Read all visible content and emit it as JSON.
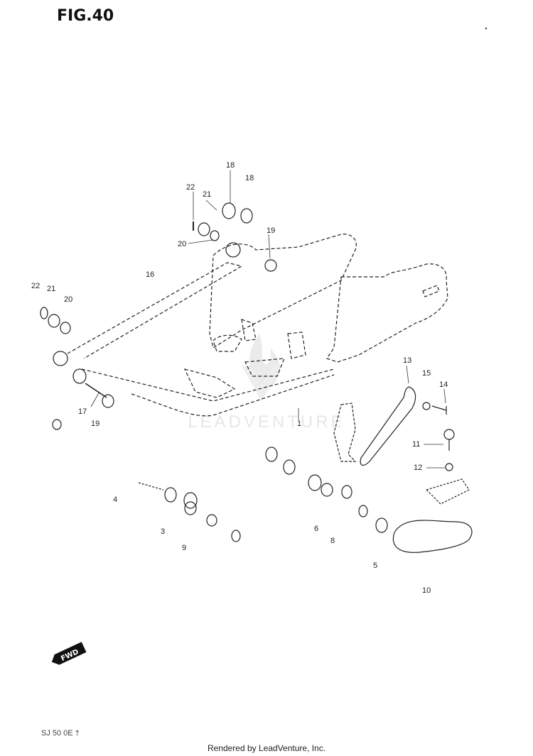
{
  "figure": {
    "title": "FIG.40",
    "code": "SJ 50 0E †",
    "footer": "Rendered by LeadVenture, Inc.",
    "watermark": "LEADVENTURE",
    "fwd_label": "FWD"
  },
  "callouts": [
    {
      "id": "c18a",
      "text": "18"
    },
    {
      "id": "c18b",
      "text": "18"
    },
    {
      "id": "c22a",
      "text": "22"
    },
    {
      "id": "c21a",
      "text": "21"
    },
    {
      "id": "c20a",
      "text": "20"
    },
    {
      "id": "c19a",
      "text": "19"
    },
    {
      "id": "c16",
      "text": "16"
    },
    {
      "id": "c22b",
      "text": "22"
    },
    {
      "id": "c21b",
      "text": "21"
    },
    {
      "id": "c20b",
      "text": "20"
    },
    {
      "id": "c17",
      "text": "17"
    },
    {
      "id": "c19b",
      "text": "19"
    },
    {
      "id": "c13",
      "text": "13"
    },
    {
      "id": "c15",
      "text": "15"
    },
    {
      "id": "c14",
      "text": "14"
    },
    {
      "id": "c1",
      "text": "1"
    },
    {
      "id": "c11",
      "text": "11"
    },
    {
      "id": "c12",
      "text": "12"
    },
    {
      "id": "c4",
      "text": "4"
    },
    {
      "id": "c3",
      "text": "3"
    },
    {
      "id": "c6",
      "text": "6"
    },
    {
      "id": "c8",
      "text": "8"
    },
    {
      "id": "c9",
      "text": "9"
    },
    {
      "id": "c5",
      "text": "5"
    },
    {
      "id": "c10",
      "text": "10"
    }
  ]
}
